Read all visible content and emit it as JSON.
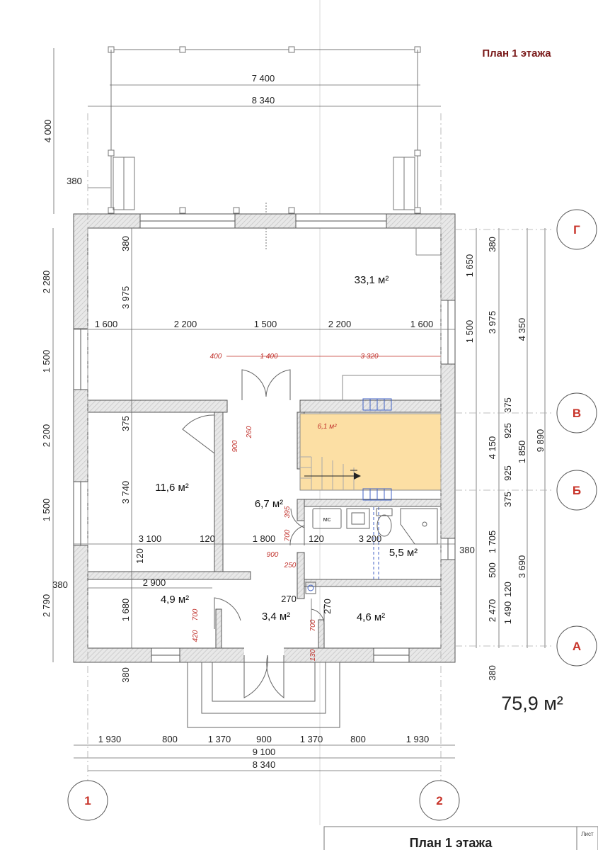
{
  "header": {
    "title": "План 1 этажа"
  },
  "footer": {
    "title": "План 1 этажа",
    "sheet_label": "Лист"
  },
  "total_area": "75,9 м²",
  "axes": {
    "row": [
      "Г",
      "В",
      "Б",
      "А"
    ],
    "col": [
      "1",
      "2"
    ]
  },
  "rooms": [
    {
      "area": "33,1 м²"
    },
    {
      "area": "11,6 м²"
    },
    {
      "area": "6,7 м²"
    },
    {
      "area": "6,1 м²"
    },
    {
      "area": "5,5 м²"
    },
    {
      "area": "4,9 м²"
    },
    {
      "area": "3,4 м²"
    },
    {
      "area": "4,6 м²"
    }
  ],
  "fixtures": {
    "boiler": "мс"
  },
  "dims": {
    "top": [
      "7 400",
      "8 340",
      "4 000",
      "380"
    ],
    "left": [
      "2 280",
      "1 500",
      "2 200",
      "1 500",
      "2 790",
      "380"
    ],
    "right": [
      "380",
      "1 650",
      "3 975",
      "1 500",
      "375",
      "925",
      "925",
      "375",
      "1 705",
      "500",
      "120",
      "1 490",
      "2 470",
      "380",
      "4 350",
      "4 150",
      "1 850",
      "3 690",
      "9 890",
      "380"
    ],
    "bottom": [
      "1 930",
      "800",
      "1 370",
      "900",
      "1 370",
      "800",
      "1 930",
      "9 100",
      "8 340"
    ],
    "interior": [
      "380",
      "1 600",
      "3 975",
      "2 200",
      "1 500",
      "2 200",
      "1 600",
      "375",
      "3 740",
      "3 100",
      "120",
      "1 800",
      "3 200",
      "120",
      "120",
      "2 900",
      "1 680",
      "380",
      "270",
      "270"
    ],
    "red": [
      "400",
      "1 400",
      "3 320",
      "900",
      "260",
      "395",
      "700",
      "900",
      "250",
      "700",
      "420",
      "700",
      "130"
    ]
  }
}
